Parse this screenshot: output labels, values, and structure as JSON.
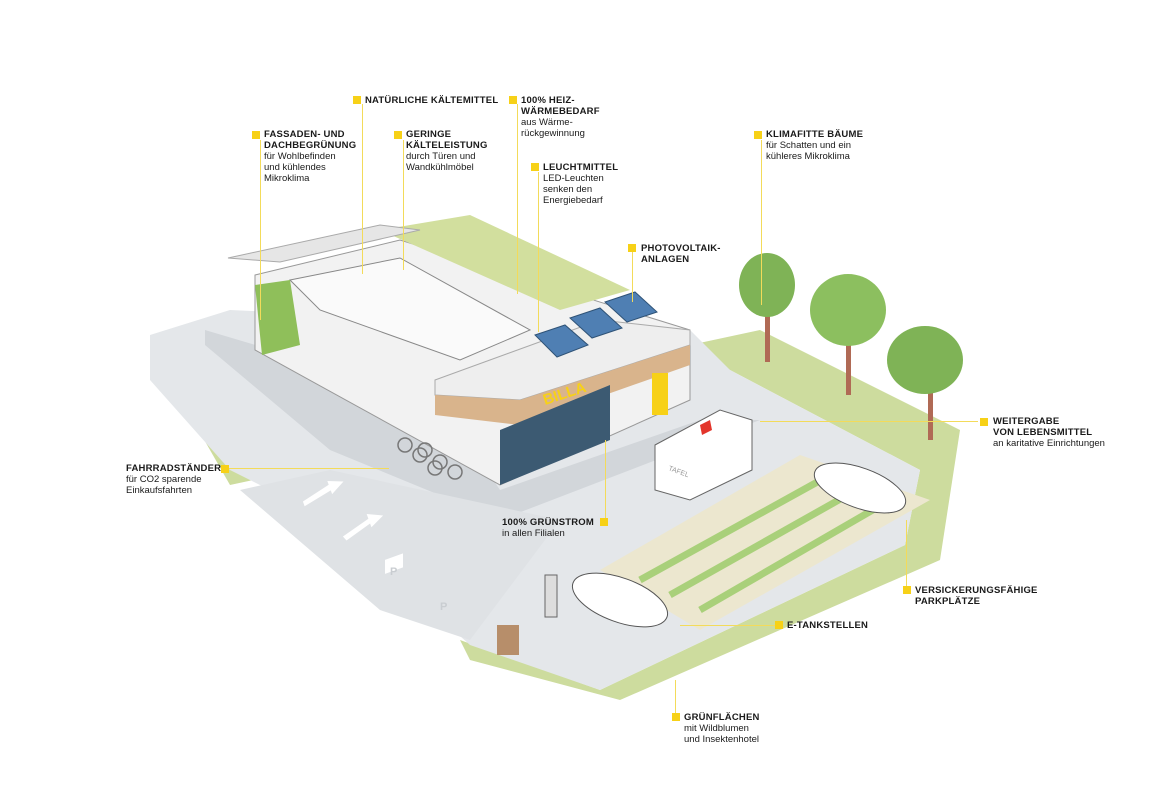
{
  "colors": {
    "accent": "#f7d117",
    "grass": "#cddc9e",
    "ground": "#e4e7ea",
    "building_wood": "#d9b48c",
    "tree": "#7fb356",
    "trunk": "#b06a55",
    "brand_sign": "#f7d117"
  },
  "scene": {
    "store_sign": "BILLA",
    "van_text": "TAFEL",
    "parking_symbol": "P"
  },
  "labels": [
    {
      "id": "natuerliche-kaeltemittel",
      "title": "NATÜRLICHE KÄLTEMITTEL",
      "sub": []
    },
    {
      "id": "heizwaermebedarf",
      "title": "100% HEIZ-WÄRMEBEDARF",
      "title_lines": [
        "100% HEIZ-",
        "WÄRMEBEDARF"
      ],
      "sub": [
        "aus Wärme-",
        "rückgewinnung"
      ]
    },
    {
      "id": "fassadenbegruenung",
      "title_lines": [
        "FASSADEN- UND",
        "DACHBEGRÜNUNG"
      ],
      "sub": [
        "für Wohlbefinden",
        "und kühlendes",
        "Mikroklima"
      ]
    },
    {
      "id": "kaelteleistung",
      "title_lines": [
        "GERINGE",
        "KÄLTELEISTUNG"
      ],
      "sub": [
        "durch Türen und",
        "Wandkühlmöbel"
      ]
    },
    {
      "id": "leuchtmittel",
      "title_lines": [
        "LEUCHTMITTEL"
      ],
      "sub": [
        "LED-Leuchten",
        "senken den",
        "Energiebedarf"
      ]
    },
    {
      "id": "photovoltaik",
      "title_lines": [
        "PHOTOVOLTAIK-",
        "ANLAGEN"
      ],
      "sub": []
    },
    {
      "id": "klimafitte-baeume",
      "title_lines": [
        "KLIMAFITTE BÄUME"
      ],
      "sub": [
        "für Schatten und ein",
        "kühleres Mikroklima"
      ]
    },
    {
      "id": "weitergabe",
      "title_lines": [
        "WEITERGABE",
        "VON LEBENSMITTEL"
      ],
      "sub": [
        "an karitative Einrichtungen"
      ]
    },
    {
      "id": "fahrradstaender",
      "title_lines": [
        "FAHRRADSTÄNDER"
      ],
      "sub": [
        "für CO2 sparende",
        "Einkaufsfahrten"
      ]
    },
    {
      "id": "gruenstrom",
      "title_lines": [
        "100% GRÜNSTROM"
      ],
      "sub": [
        "in allen Filialen"
      ]
    },
    {
      "id": "parkplaetze",
      "title_lines": [
        "VERSICKERUNGSFÄHIGE",
        "PARKPLÄTZE"
      ],
      "sub": []
    },
    {
      "id": "e-tankstellen",
      "title_lines": [
        "E-TANKSTELLEN"
      ],
      "sub": []
    },
    {
      "id": "gruenflaechen",
      "title_lines": [
        "GRÜNFLÄCHEN"
      ],
      "sub": [
        "mit Wildblumen",
        "und Insektenhotel"
      ]
    }
  ]
}
